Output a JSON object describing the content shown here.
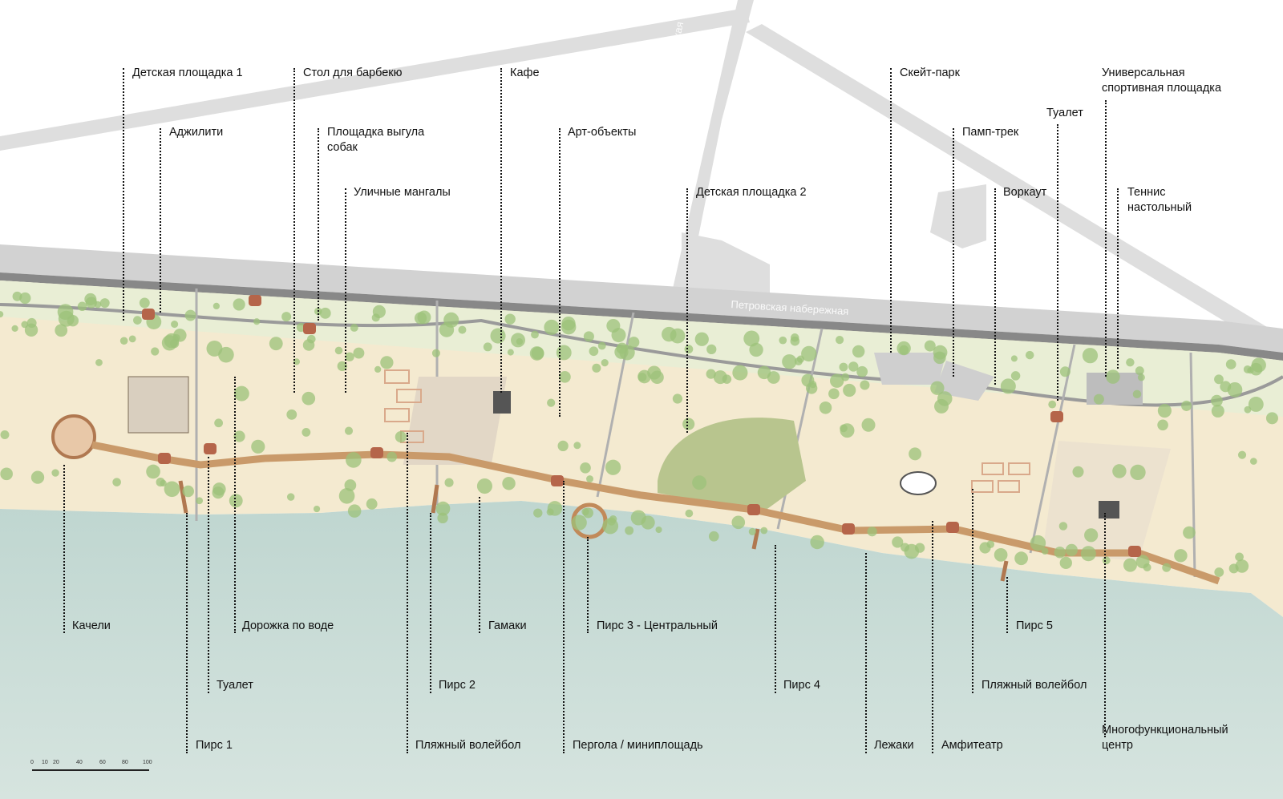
{
  "streets": {
    "vertical": "ул.Большая Стрелецкая",
    "embankment": "Петровская набережная"
  },
  "labels": [
    {
      "id": "detskaya-1",
      "text": "Детская площадка 1"
    },
    {
      "id": "agility",
      "text": "Аджилити"
    },
    {
      "id": "bbq-table",
      "text": "Стол для барбекю"
    },
    {
      "id": "dog-area",
      "text": "Площадка выгула\nсобак"
    },
    {
      "id": "grills",
      "text": "Уличные мангалы"
    },
    {
      "id": "cafe",
      "text": "Кафе"
    },
    {
      "id": "art",
      "text": "Арт-объекты"
    },
    {
      "id": "detskaya-2",
      "text": "Детская площадка 2"
    },
    {
      "id": "skatepark",
      "text": "Скейт-парк"
    },
    {
      "id": "pumptrack",
      "text": "Памп-трек"
    },
    {
      "id": "toilet-top",
      "text": "Туалет"
    },
    {
      "id": "workout",
      "text": "Воркаут"
    },
    {
      "id": "sport-ground",
      "text": "Универсальная\nспортивная площадка"
    },
    {
      "id": "table-tennis",
      "text": "Теннис\nнастольный"
    },
    {
      "id": "swings",
      "text": "Качели"
    },
    {
      "id": "water-path",
      "text": "Дорожка по воде"
    },
    {
      "id": "toilet-bottom",
      "text": "Туалет"
    },
    {
      "id": "pier-1",
      "text": "Пирс 1"
    },
    {
      "id": "pier-2",
      "text": "Пирс 2"
    },
    {
      "id": "volleyball-1",
      "text": "Пляжный волейбол"
    },
    {
      "id": "hammocks",
      "text": "Гамаки"
    },
    {
      "id": "pier-3",
      "text": "Пирс 3 - Центральный"
    },
    {
      "id": "pergola",
      "text": "Пергола / миниплощадь"
    },
    {
      "id": "pier-4",
      "text": "Пирс 4"
    },
    {
      "id": "loungers",
      "text": "Лежаки"
    },
    {
      "id": "amphitheater",
      "text": "Амфитеатр"
    },
    {
      "id": "pier-5",
      "text": "Пирс 5"
    },
    {
      "id": "volleyball-2",
      "text": "Пляжный волейбол"
    },
    {
      "id": "multi-center",
      "text": "Многофункциональный\nцентр"
    }
  ],
  "scale": {
    "ticks": [
      "0",
      "10",
      "20",
      "40",
      "60",
      "80",
      "100"
    ]
  },
  "colors": {
    "sand": "#f4ead0",
    "water": "#c7dbd5",
    "road": "#dcdcdc",
    "path": "#c99a6a",
    "tree": "#9cc27a"
  }
}
